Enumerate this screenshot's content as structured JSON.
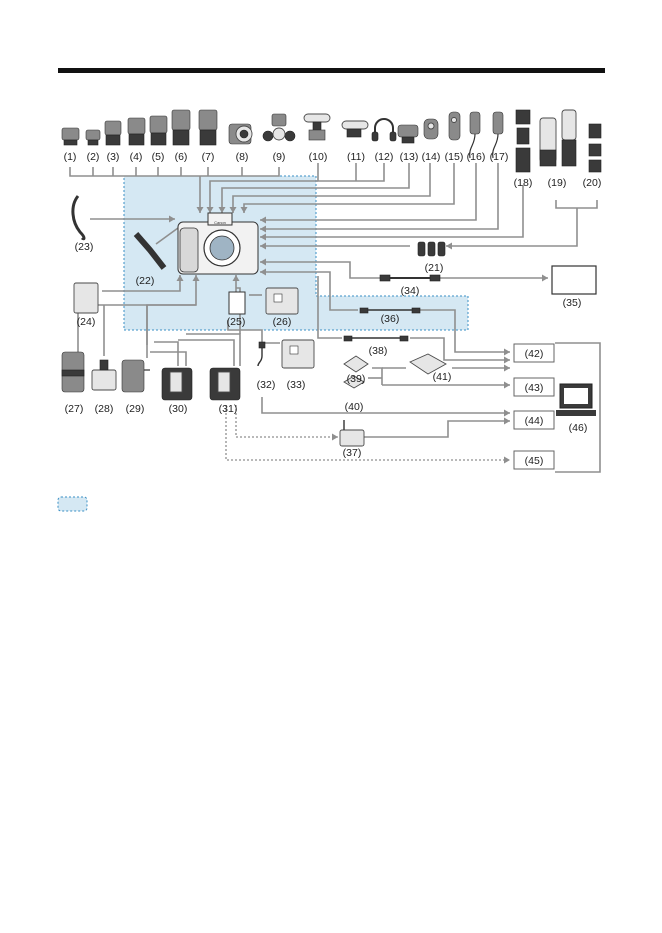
{
  "colors": {
    "zone_fill": "#d5e8f3",
    "zone_border": "#3a8fc4",
    "connector": "#8f8f8f",
    "header_bar": "#111111"
  },
  "labels": {
    "l1": "(1)",
    "l2": "(2)",
    "l3": "(3)",
    "l4": "(4)",
    "l5": "(5)",
    "l6": "(6)",
    "l7": "(7)",
    "l8": "(8)",
    "l9": "(9)",
    "l10": "(10)",
    "l11": "(11)",
    "l12": "(12)",
    "l13": "(13)",
    "l14": "(14)",
    "l15": "(15)",
    "l16": "(16)",
    "l17": "(17)",
    "l18": "(18)",
    "l19": "(19)",
    "l20": "(20)",
    "l21": "(21)",
    "l22": "(22)",
    "l23": "(23)",
    "l24": "(24)",
    "l25": "(25)",
    "l26": "(26)",
    "l27": "(27)",
    "l28": "(28)",
    "l29": "(29)",
    "l30": "(30)",
    "l31": "(31)",
    "l32": "(32)",
    "l33": "(33)",
    "l34": "(34)",
    "l35": "(35)",
    "l36": "(36)",
    "l37": "(37)",
    "l38": "(38)",
    "l39": "(39)",
    "l40": "(40)",
    "l41": "(41)",
    "l42": "(42)",
    "l43": "(43)",
    "l44": "(44)",
    "l45": "(45)",
    "l46": "(46)"
  },
  "camera": {
    "brand": "Canon"
  },
  "icons": {
    "items_1_7": "speedlite-flash-icon",
    "item_8": "macro-ring-lite-icon",
    "item_9": "macro-twin-lite-icon",
    "item_10": "shotgun-microphone-icon",
    "item_11": "stereo-microphone-icon",
    "item_12": "headphones-icon",
    "item_13": "hot-shoe-adapter-icon",
    "item_14": "remote-controller-icon",
    "item_15": "wireless-remote-icon",
    "item_16": "remote-switch-icon",
    "item_17": "timer-remote-icon",
    "items_18_20": "lens-icon",
    "item_21": "mount-adapter-icon",
    "item_22": "neck-strap-icon",
    "item_23": "hand-strap-icon",
    "item_24": "battery-case-icon",
    "item_25": "battery-pack-icon",
    "item_26": "battery-charger-icon",
    "item_27": "ac-adapter-icon",
    "item_28": "car-charger-icon",
    "item_29": "usb-power-adapter-icon",
    "items_30_31": "battery-grip-icon",
    "item_32": "car-cord-icon",
    "item_33": "charger-icon",
    "item_34": "hdmi-cable-icon",
    "item_35": "tv-monitor-icon",
    "item_36_38": "interface-cable-icon",
    "items_39_40": "memory-card-icon",
    "item_41": "card-reader-icon",
    "item_37": "wireless-transmitter-icon",
    "item_46": "computer-icon"
  }
}
